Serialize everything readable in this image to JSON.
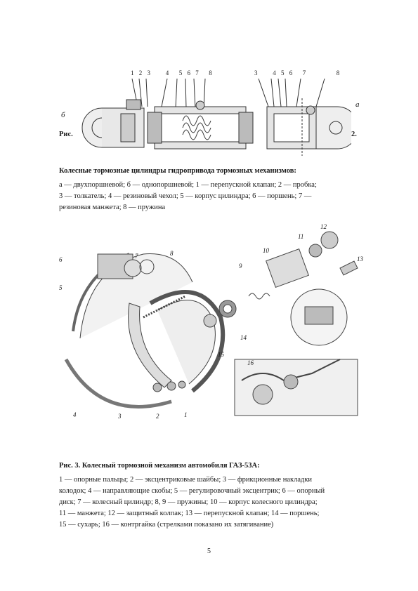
{
  "figure2": {
    "top_numbers_left": [
      "1",
      "2",
      "3",
      "4",
      "5",
      "6",
      "7",
      "8"
    ],
    "top_numbers_right": [
      "3",
      "4",
      "5",
      "6",
      "7",
      "8"
    ],
    "label_b": "б",
    "label_a": "а",
    "ris_prefix": "Рис.",
    "ris_number": "2.",
    "title": "Колесные тормозные цилиндры гидропривода тормозных механизмов:",
    "legend_line1": "а — двухпоршневой; б — однопоршневой; 1 — перепускной клапан; 2 — пробка;",
    "legend_line2": "3 — толкатель; 4 — резиновый чехол; 5 — корпус цилиндра; 6 — поршень; 7 —",
    "legend_line3": "резиновая манжета; 8 — пружина"
  },
  "figure3": {
    "callouts": [
      "1",
      "2",
      "3",
      "4",
      "5",
      "6",
      "7",
      "8",
      "9",
      "10",
      "11",
      "12",
      "13",
      "14",
      "15",
      "16"
    ],
    "title": "Рис. 3. Колесный тормозной механизм автомобиля ГАЗ-53А:",
    "legend_line1": "1 — опорные пальцы; 2 — эксцентриковые шайбы; 3 — фрикционные накладки",
    "legend_line2": "колодок; 4 — направляющие скобы; 5 — регулировочный эксцентрик; 6 — опорный",
    "legend_line3": "диск; 7 — колесный цилиндр; 8, 9 — пружины; 10 — корпус колесного цилиндра;",
    "legend_line4": "11 — манжета; 12 — защитный колпак; 13 — перепускной клапан; 14 — поршень;",
    "legend_line5": "15 — сухарь; 16 — контргайка (стрелками показано их затягивание)"
  },
  "page_number": "5"
}
